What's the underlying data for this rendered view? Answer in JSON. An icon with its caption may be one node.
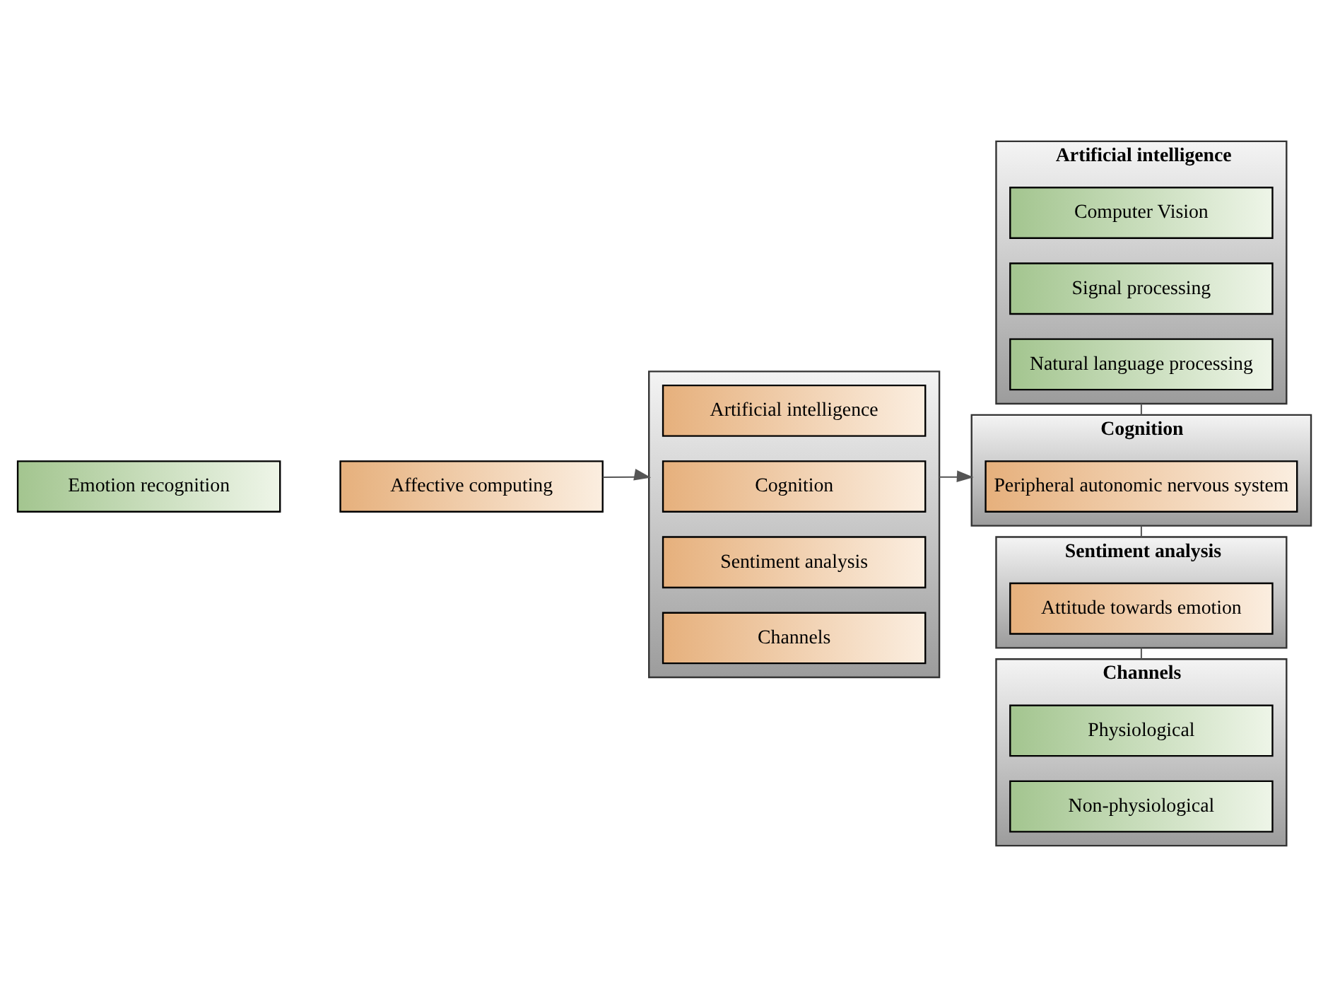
{
  "diagram": {
    "nodes": [
      {
        "text": [
          "Emotion recognition"
        ]
      },
      {
        "text": [
          "Affective computing"
        ]
      },
      {
        "text": [],
        "shape": "box"
      },
      {
        "text": [
          "Artificial intelligence"
        ],
        "in": 2
      },
      {
        "text": [
          "Cognition"
        ],
        "in": 2
      },
      {
        "text": [
          "Sentiment analysis"
        ],
        "in": 2
      },
      {
        "text": [
          "Channels"
        ],
        "in": 2
      },
      {
        "text": [
          "Artificial intelligence"
        ]
      },
      {
        "text": [
          "Computer Vision"
        ],
        "in": 7
      },
      {
        "text": [
          "Signal processing"
        ],
        "in": 7
      },
      {
        "text": [
          "Natural language processing"
        ],
        "in": 7
      },
      {
        "text": [
          "Cognition"
        ]
      },
      {
        "text": [
          "Peripheral autonomic nervous system"
        ],
        "in": 11
      },
      {
        "text": [
          "Sentiment analysis"
        ]
      },
      {
        "text": [
          "Attitude towards emotion"
        ],
        "in": 13
      },
      {
        "text": [
          "Channels"
        ]
      },
      {
        "text": [
          "Physiological"
        ],
        "in": 15
      },
      {
        "text": [
          "Non-physiological"
        ],
        "in": 15
      }
    ],
    "edges": [
      {
        "from": 1,
        "to": 2,
        "arrow": "to"
      },
      {
        "from": 2,
        "to": 11,
        "arrow": "to"
      },
      {
        "from": 7,
        "to": 11,
        "arrow": "none"
      },
      {
        "from": 11,
        "to": 13,
        "arrow": "none"
      },
      {
        "from": 13,
        "to": 15,
        "arrow": "none"
      }
    ]
  }
}
